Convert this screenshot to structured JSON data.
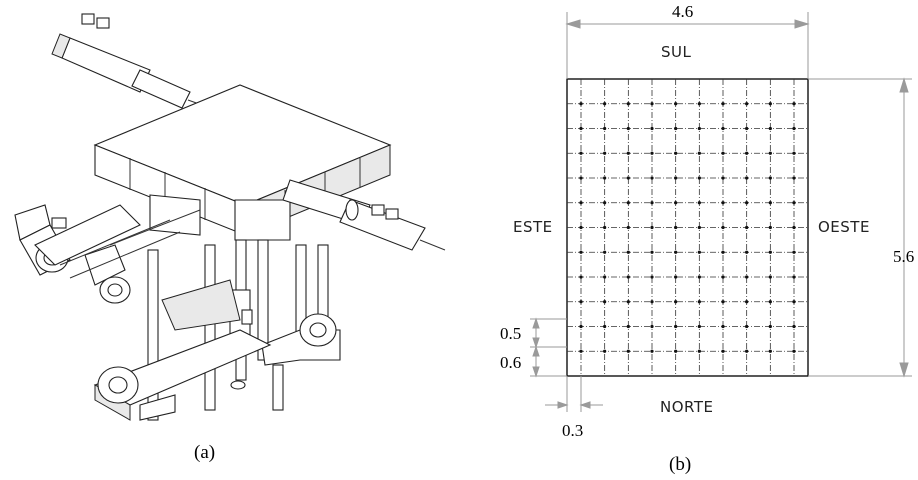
{
  "captions": {
    "left": "(a)",
    "right": "(b)"
  },
  "plan": {
    "dimensions": {
      "width": "4.6",
      "height": "5.6",
      "row_a": "0.5",
      "row_b": "0.6",
      "edge": "0.3"
    },
    "labels": {
      "south": "SUL",
      "north": "NORTE",
      "east": "ESTE",
      "west": "OESTE"
    },
    "grid": {
      "rows": 12,
      "cols": 10
    }
  },
  "colors": {
    "line": "#222222",
    "dimension": "#9a9a9a",
    "background": "#ffffff"
  }
}
